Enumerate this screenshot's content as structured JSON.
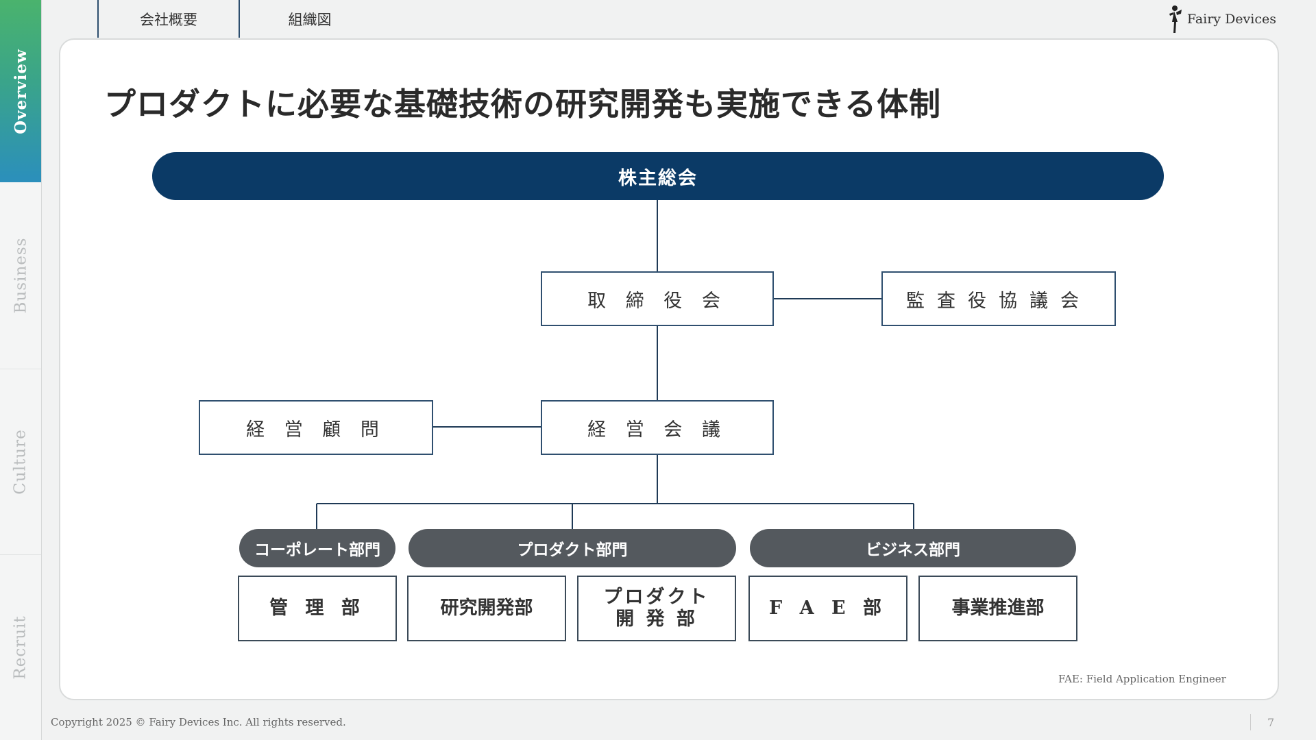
{
  "sidenav": {
    "items": [
      {
        "label": "Overview",
        "active": true
      },
      {
        "label": "Business",
        "active": false
      },
      {
        "label": "Culture",
        "active": false
      },
      {
        "label": "Recruit",
        "active": false
      }
    ]
  },
  "tabs": [
    "会社概要",
    "組織図"
  ],
  "logo": {
    "text": "Fairy Devices"
  },
  "title": "プロダクトに必要な基礎技術の研究開発も実施できる体制",
  "org": {
    "shareholders": "株主総会",
    "board": "取 締 役 会",
    "audit": "監査役協議会",
    "advisor": "経 営 顧 問",
    "management": "経 営 会 議",
    "divisions": [
      {
        "label": "コーポレート部門"
      },
      {
        "label": "プロダクト部門"
      },
      {
        "label": "ビジネス部門"
      }
    ],
    "departments": [
      {
        "label": "管 理 部"
      },
      {
        "label": "研究開発部"
      },
      {
        "label": "プロダクト\n開 発 部"
      },
      {
        "label": "F A E 部"
      },
      {
        "label": "事業推進部"
      }
    ]
  },
  "footnote": "FAE: Field Application Engineer",
  "copyright": "Copyright 2025 © Fairy Devices Inc. All rights reserved.",
  "page_number": "7",
  "colors": {
    "navy": "#0b3a66",
    "box_border": "#2f4f6f",
    "pill_gray": "#54595e",
    "accent_green": "#4ab36d",
    "accent_blue": "#2b8fbc"
  }
}
